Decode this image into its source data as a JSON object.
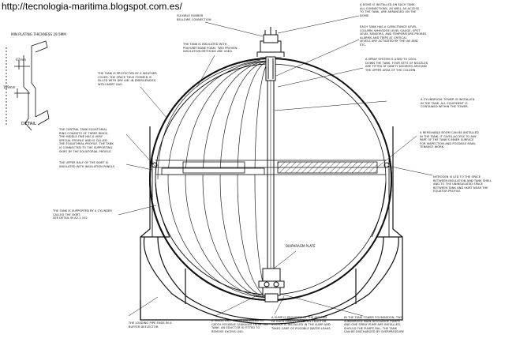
{
  "url": "http://tecnologia-maritima.blogspot.com.es/",
  "detail": {
    "heading": "MIN PLATING THICKNESS 29.5mm",
    "dim_top": "47mm",
    "dim_bottom": "169mm",
    "label": "DETAIL"
  },
  "diaphragm": "DIAPHRAGM PLATE",
  "callouts": {
    "rubber": [
      "FLEXIBLE RUBBER",
      "BELLOWS CONNECTION"
    ],
    "dome": [
      "A DOME IS INSTALLED ON EACH TANK.",
      "ALL CONNECTIONS, AS WELL AS ACCESS",
      "TO THE TANK, ARE ARRANGED ON THE",
      "DOME."
    ],
    "foam": [
      "THE TANK IS INSULATED WITH",
      "POLYURETHANE FOAM. TWO PROVEN",
      "INSULATION METHODS ARE USED."
    ],
    "gauge": [
      "EACH TANK HAS A CAPACITANCE LEVEL",
      "COLUMN, WHEGDOE LEVEL GAUGE, SPOT",
      "LEVEL SENSORS, AND TEMPERATURE PROBES.",
      "ALARMS AND TRIPS AT CRITICAL",
      "LEVELS ARE ACTUATED BY THE IAS AND",
      "ETC."
    ],
    "weather": [
      "THE TANK IS PROTECTED BY A WEATHER",
      "COVER. THE SPACE THUS FORMED IS",
      "FILLED WITH DRY AIR. IN EMERGENCIES",
      "WITH INERT GAS."
    ],
    "spray": [
      "A SPRAY SYSTEM IS USED TO COOL",
      "DOWN THE TANK. FOUR SETS OF NOZZLES",
      "ARE FITTED AT NINETY DEGREES AROUND",
      "THE UPPER AREA OF THE COLUMN."
    ],
    "tower": [
      "A CYLINDRICAL TOWER IS INSTALLED",
      "IN THE TANK. ALL EQUIPMENT IS",
      "CONTAINED WITHIN THE TOWER."
    ],
    "equatorial": [
      "THE CENTRAL TANK EQUATORIAL",
      "RING CONSISTS OF THREE RINGS.",
      "THE MIDDLE ONE HAS A VERY",
      "SPECIAL PROFILE AND IS CALLED",
      "THE EQUATORIAL PROFILE. THE TANK",
      "IS CONNECTED TO THE SUPPORTING",
      "SKIRT BY THE EQUATORIAL PROFILE."
    ],
    "removable": [
      "A REMOVABLE BOOM CAN BE INSTALLED",
      "IN THE TANK. IT GIVES ACCESS TO ANY",
      "PART OF THE TANK'S INNER SURFACE",
      "FOR INSPECTION AND POSSIBLE MAIN-",
      "TENANCE WORK."
    ],
    "skirt_upper": [
      "THE UPPER HALF OF THE SKIRT IS",
      "INSULATED WITH INSULATION PANELS"
    ],
    "nitrogen": [
      "NITROGEN IS LED TO THE SPACE",
      "BETWEEN INSULATION AND TANK SHELL",
      "AND TO THE UNINSULATED SPACE",
      "BETWEEN TANK AND SKIRT NEAR THE",
      "EQUATOR PROFILE."
    ],
    "supported": [
      "THE TANK IS SUPPORTED BY A CYLINDER",
      "CALLED THE SKIRT.",
      "SEE DETAIL IN A2.1.102"
    ],
    "loading": [
      "THE LOADING PIPE ENDS IN A",
      "BUFFER DEFLECTOR."
    ],
    "drip": [
      "A SMALL DRIP PAN IS INSTALLED TO",
      "CATCH POSSIBLE LEAKAGES FROM THE",
      "TANK. AN EDUCTOR IS FITTED TO",
      "REMOVE EXCESS LNG."
    ],
    "sump": [
      "A SUMP IS PROVIDED AT THE AFT END",
      "OF EACH CARGO HOLD. AN EDUCTOR",
      "SYSTEM IS INSTALLED IN THE SUMP AND",
      "TAKES CARE OF POSSIBLE WATER LEAKS."
    ],
    "foundation": [
      "IN THE TANK TOWER FOUNDATION, TWO",
      "SUBMERGED MAIN DISCHARGE PUMPS",
      "AND ONE SPRAY PUMP ARE INSTALLED.",
      "SHOULD THE PUMPS FAIL, THE TANK",
      "CAN BE DISCHARGED BY OVERPRESSURE"
    ]
  }
}
